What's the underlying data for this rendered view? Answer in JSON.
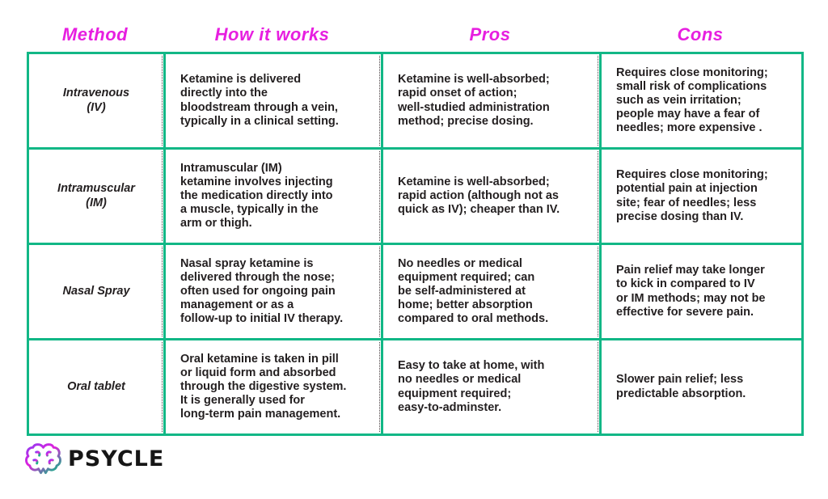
{
  "header": {
    "labels": [
      "Method",
      "How it works",
      "Pros",
      "Cons"
    ],
    "accent_color": "#e71fe0"
  },
  "table": {
    "border_color": "#12b786",
    "text_color": "#231f20",
    "rows": [
      {
        "method": "Intravenous\n(IV)",
        "how": "Ketamine is delivered\ndirectly into the\nbloodstream through a vein,\ntypically in a clinical setting.",
        "pros": "Ketamine is well-absorbed;\nrapid onset of action;\nwell-studied administration\nmethod; precise dosing.",
        "cons": "Requires close monitoring;\nsmall risk of complications\nsuch as vein irritation;\npeople may have a fear of\nneedles; more expensive ."
      },
      {
        "method": "Intramuscular\n(IM)",
        "how": "Intramuscular (IM)\nketamine involves injecting\nthe medication directly into\na muscle, typically in the\narm or thigh.",
        "pros": "Ketamine is well-absorbed;\nrapid action (although not as\nquick as IV); cheaper than IV.",
        "cons": "Requires close monitoring;\npotential pain at injection\nsite; fear of needles; less\nprecise dosing than IV."
      },
      {
        "method": "Nasal Spray",
        "how": "Nasal spray ketamine is\ndelivered through the nose;\noften used for ongoing pain\nmanagement or as a\nfollow-up to initial IV therapy.",
        "pros": "No needles or medical\nequipment required; can\nbe self-administered at\nhome; better absorption\ncompared to oral methods.",
        "cons": "Pain relief may take longer\nto kick in compared to IV\nor IM methods; may not be\neffective for severe pain."
      },
      {
        "method": "Oral tablet",
        "how": "Oral ketamine is taken in pill\nor liquid form and absorbed\nthrough the digestive system.\nIt is generally used for\nlong-term pain management.",
        "pros": "Easy to take at home, with\nno needles or medical\nequipment required;\neasy-to-adminster.",
        "cons": "Slower pain relief; less\npredictable absorption."
      }
    ]
  },
  "logo": {
    "brand": "PSYCLE",
    "icon": "brain-icon"
  }
}
